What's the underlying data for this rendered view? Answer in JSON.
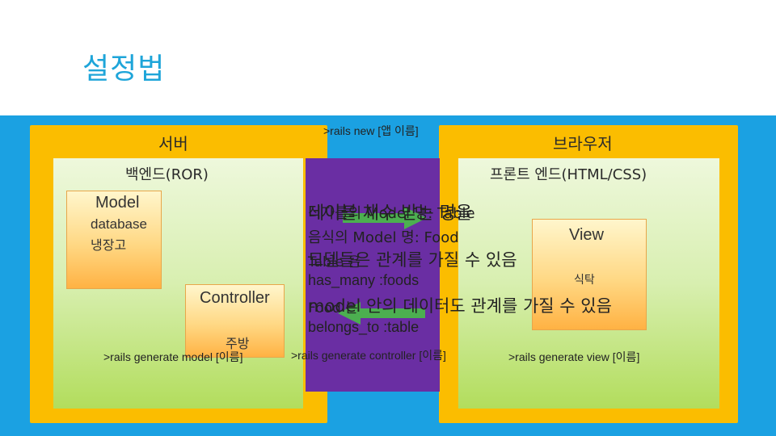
{
  "title": "설정법",
  "server": {
    "label": "서버",
    "backend": "백엔드(ROR)"
  },
  "browser": {
    "label": "브라우저",
    "frontend": "프론트 엔드(HTML/CSS)"
  },
  "model": {
    "title": "Model",
    "db": "database",
    "fridge": "냉장고"
  },
  "controller": {
    "title": "Controller",
    "kitchen": "주방"
  },
  "view": {
    "title": "View",
    "table_kr": "식탁"
  },
  "commands": {
    "new_app": ">rails new [앱 이름]",
    "gen_model": ">rails generate model [이름]",
    "gen_controller": ">rails generate controller [이름]",
    "gen_view": ">rails generate view [이름]"
  },
  "overlay_texts": {
    "t1": "데이블 채수 받는 명을",
    "t2": "식자를의 Model 명: Table",
    "t3": "음식의 Model 명: Food",
    "t4": "Table 은",
    "t5": "모델들은 관계를 가질 수 있음",
    "t6": "has_many :foods",
    "t7": "Food 는",
    "t8": "model 안의 데이터도 관계를 가질 수 있음",
    "t9": "belongs_to :table"
  },
  "colors": {
    "accent": "#1ea5d9",
    "band": "#1ba1e2",
    "outer": "#fbbd00",
    "purple": "#6a2ea3",
    "arrow": "#4caf50"
  }
}
